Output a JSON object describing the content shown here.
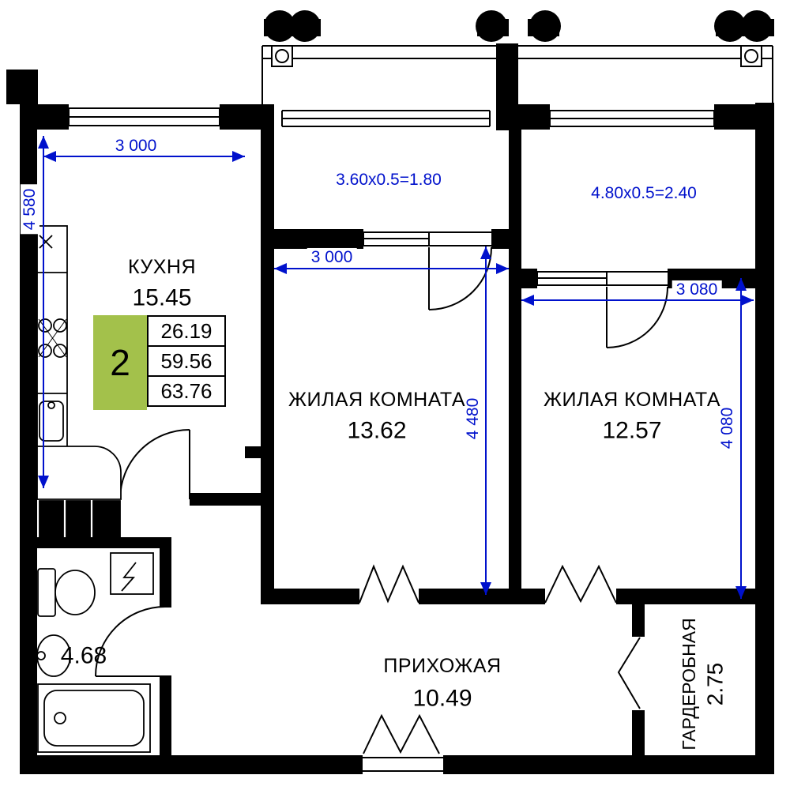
{
  "colors": {
    "wall": "#000000",
    "dimension": "#0011cc",
    "info_green": "#a3c14b"
  },
  "rooms": {
    "kitchen": {
      "name": "КУХНЯ",
      "area": "15.45"
    },
    "living1": {
      "name": "ЖИЛАЯ КОМНАТА",
      "area": "13.62"
    },
    "living2": {
      "name": "ЖИЛАЯ КОМНАТА",
      "area": "12.57"
    },
    "hallway": {
      "name": "ПРИХОЖАЯ",
      "area": "10.49"
    },
    "wardrobe": {
      "name": "ГАРДЕРОБНАЯ",
      "area": "2.75"
    },
    "bathroom": {
      "area": "4.68"
    }
  },
  "info_box": {
    "rooms_count": "2",
    "row1": "26.19",
    "row2": "59.56",
    "row3": "63.76"
  },
  "dimensions": {
    "kitchen_width": "3 000",
    "kitchen_depth": "4 580",
    "balcony1_area": "3.60x0.5=1.80",
    "balcony2_area": "4.80x0.5=2.40",
    "living1_width": "3 000",
    "living1_depth": "4 480",
    "living2_width": "3 080",
    "living2_depth": "4 080"
  },
  "icons": {
    "stove": "stove-burners-icon",
    "kitchen_sink": "kitchen-sink-icon",
    "toilet": "toilet-icon",
    "bath_sink": "washbasin-icon",
    "bathtub": "bathtub-icon",
    "water_heater": "water-heater-icon",
    "cabinets": "kitchen-cabinets-icon"
  }
}
